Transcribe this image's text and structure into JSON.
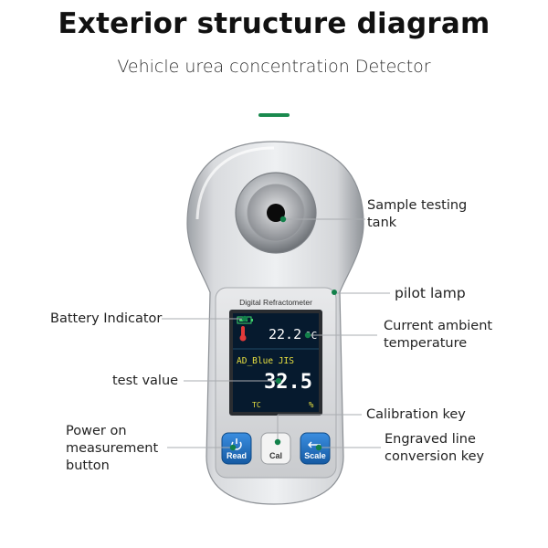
{
  "header": {
    "title": "Exterior structure diagram",
    "subtitle": "Vehicle urea concentration Detector"
  },
  "colors": {
    "accent": "#1a8a4e",
    "marker": "#12804a",
    "body_silver": "#d5d7da",
    "screen_bg": "#061a2e",
    "button_blue": "#1e6fc3",
    "temp_red": "#e23a3a",
    "mode_yellow": "#e8e040"
  },
  "device": {
    "panel_label": "Digital Refractometer",
    "screen": {
      "temperature": "22.2",
      "temperature_unit": "°C",
      "mode": "AD_Blue JIS",
      "reading": "32.5",
      "tc": "TC",
      "unit": "%"
    },
    "buttons": {
      "read": "Read",
      "cal": "Cal",
      "scale": "Scale"
    }
  },
  "callouts": {
    "sample_tank_line1": "Sample testing",
    "sample_tank_line2": "tank",
    "pilot_lamp": "pilot lamp",
    "battery": "Battery Indicator",
    "ambient_line1": "Current ambient",
    "ambient_line2": "temperature",
    "test_value": "test value",
    "calibration": "Calibration key",
    "power_line1": "Power on",
    "power_line2": "measurement",
    "power_line3": "button",
    "engraved_line1": "Engraved line",
    "engraved_line2": "conversion key"
  }
}
